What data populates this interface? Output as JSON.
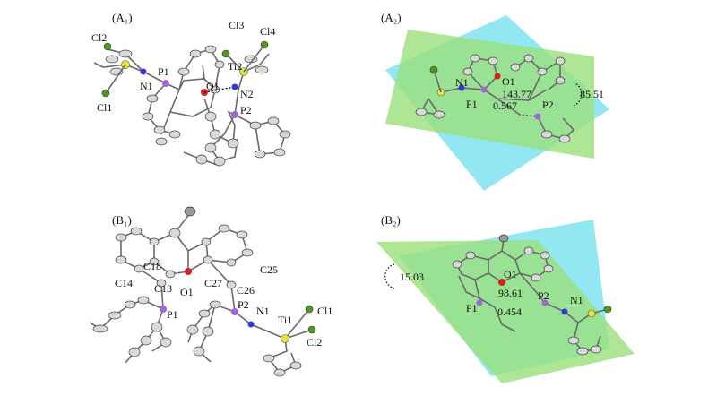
{
  "colors": {
    "titanium": "#e6e23a",
    "chlorine": "#4f9a1f",
    "phosphorus": "#a066d8",
    "nitrogen": "#2f3bd0",
    "oxygen": "#d42020",
    "carbon": "#d9d9d9",
    "plane_green": "#9be07a",
    "plane_cyan": "#7fe3f0"
  },
  "panels": {
    "a1": {
      "label": "(A₁)",
      "atoms": [
        "Cl2",
        "P1",
        "N1",
        "Cl1",
        "Cl3",
        "Cl4",
        "Ti2",
        "O1",
        "N2",
        "P2"
      ]
    },
    "a2": {
      "label": "(A₂)",
      "atoms": [
        "N1",
        "O1",
        "P1",
        "P2"
      ],
      "angle": "143.77",
      "distance": "0.567",
      "dihedral": "85.51"
    },
    "b1": {
      "label": "(B₁)",
      "atoms": [
        "C18",
        "C14",
        "C13",
        "O1",
        "C27",
        "C26",
        "C25",
        "P1",
        "P2",
        "N1",
        "Ti1",
        "Cl1",
        "Cl2"
      ]
    },
    "b2": {
      "label": "(B₂)",
      "atoms": [
        "O1",
        "P1",
        "P2",
        "N1"
      ],
      "angle": "98.61",
      "distance": "0.454",
      "dihedral": "15.03"
    }
  }
}
